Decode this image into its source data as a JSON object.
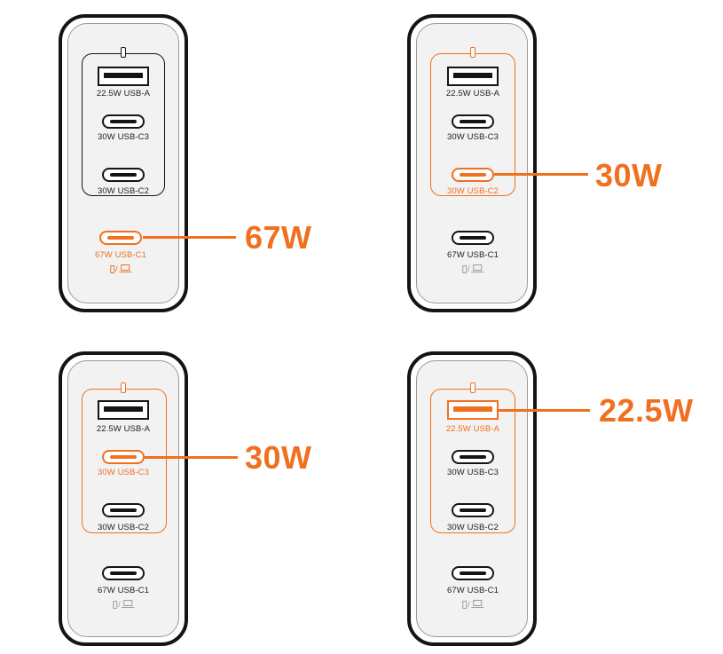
{
  "ports": {
    "usb_a": "22.5W USB-A",
    "c3": "30W USB-C3",
    "c2": "30W USB-C2",
    "c1": "67W USB-C1",
    "device_separator": "/"
  },
  "callouts": {
    "c1": "67W",
    "c2": "30W",
    "c3": "30W",
    "usb_a": "22.5W"
  },
  "colors": {
    "accent": "#f07020",
    "outline": "#141414",
    "body": "#f2f2f2"
  }
}
